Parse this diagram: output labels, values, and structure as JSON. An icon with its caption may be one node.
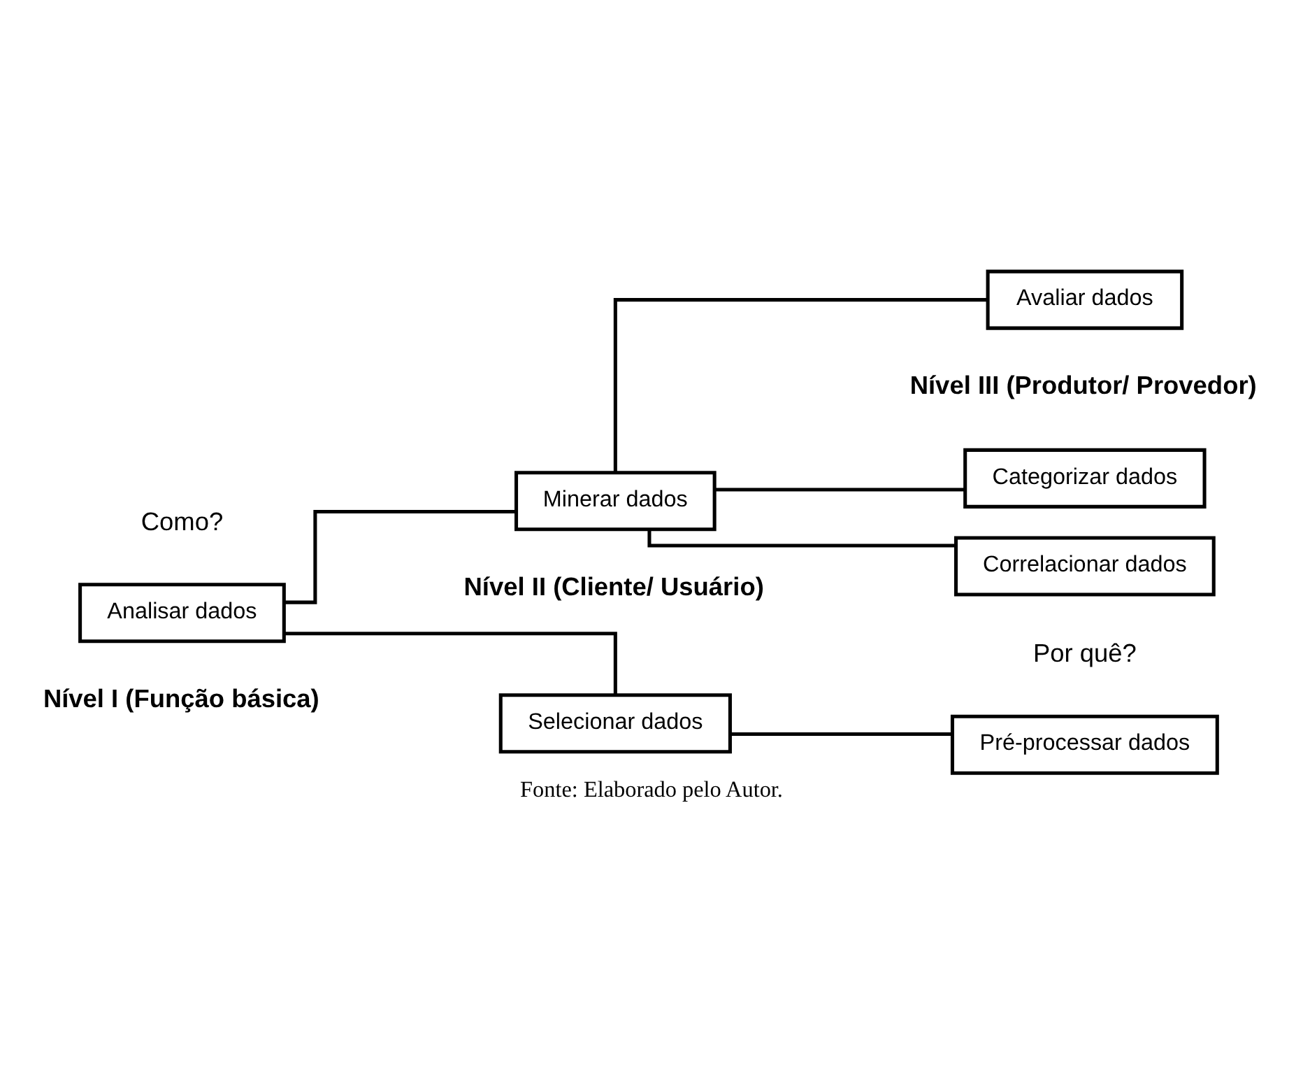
{
  "diagram": {
    "caption": "Fonte: Elaborado pelo Autor.",
    "nodes": [
      {
        "text": [
          "Analisar dados"
        ]
      },
      {
        "text": [
          "Selecionar dados"
        ]
      },
      {
        "text": [
          "Minerar dados"
        ]
      },
      {
        "text": [
          "Pré-processar dados"
        ]
      },
      {
        "text": [
          "Categorizar dados"
        ]
      },
      {
        "text": [
          "Correlacionar dados"
        ]
      },
      {
        "text": [
          "Avaliar dados"
        ]
      }
    ],
    "edges": [
      {
        "from": 0,
        "to": 1,
        "arrow": "none"
      },
      {
        "from": 0,
        "to": 2,
        "arrow": "none"
      },
      {
        "from": 1,
        "to": 3,
        "arrow": "none"
      },
      {
        "from": 2,
        "to": 4,
        "arrow": "none"
      },
      {
        "from": 2,
        "to": 5,
        "arrow": "none"
      },
      {
        "from": 2,
        "to": 6,
        "arrow": "none"
      }
    ],
    "labels": [
      "Como?",
      "Por quê?",
      "Nível I (Função básica)",
      "Nível II (Cliente/ Usuário)",
      "Nível III (Produtor/ Provedor)"
    ]
  }
}
